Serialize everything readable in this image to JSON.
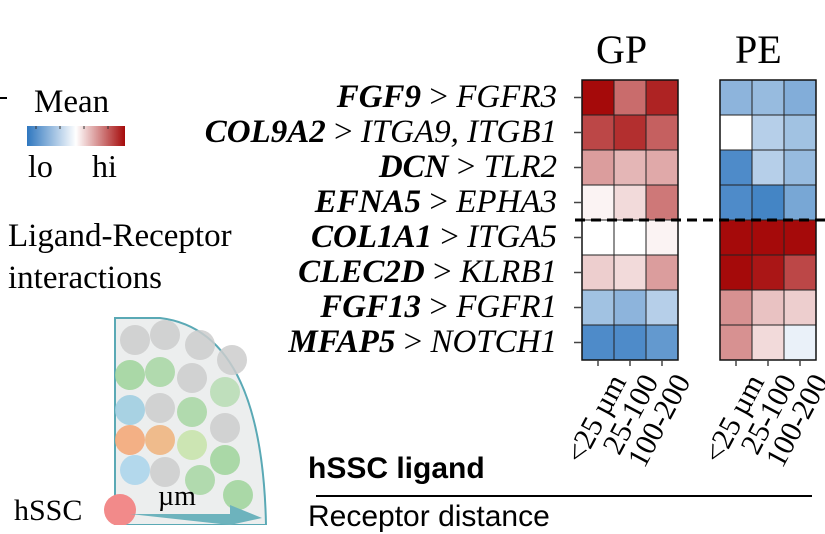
{
  "chart_data": {
    "type": "heatmap",
    "panels": [
      "GP",
      "PE"
    ],
    "x_categories": [
      "<25 µm",
      "25-100",
      "100-200"
    ],
    "rows": [
      {
        "ligand": "FGF9",
        "receptor": "FGFR3"
      },
      {
        "ligand": "COL9A2",
        "receptor": "ITGA9, ITGB1"
      },
      {
        "ligand": "DCN",
        "receptor": "TLR2"
      },
      {
        "ligand": "EFNA5",
        "receptor": "EPHA3"
      },
      {
        "ligand": "COL1A1",
        "receptor": "ITGA5"
      },
      {
        "ligand": "CLEC2D",
        "receptor": "KLRB1"
      },
      {
        "ligand": "FGF13",
        "receptor": "FGFR1"
      },
      {
        "ligand": "MFAP5",
        "receptor": "NOTCH1"
      }
    ],
    "separator": ">",
    "values": {
      "GP": [
        [
          1.0,
          0.6,
          0.9
        ],
        [
          0.75,
          0.85,
          0.65
        ],
        [
          0.4,
          0.3,
          0.35
        ],
        [
          0.05,
          0.15,
          0.55
        ],
        [
          0.0,
          0.0,
          0.05
        ],
        [
          0.2,
          0.15,
          0.4
        ],
        [
          -0.45,
          -0.55,
          -0.35
        ],
        [
          -0.85,
          -0.85,
          -0.75
        ]
      ],
      "PE": [
        [
          -0.55,
          -0.5,
          -0.6
        ],
        [
          0.0,
          -0.35,
          -0.45
        ],
        [
          -0.85,
          -0.35,
          -0.5
        ],
        [
          -0.85,
          -0.9,
          -0.65
        ],
        [
          1.0,
          1.0,
          1.0
        ],
        [
          1.0,
          0.95,
          0.75
        ],
        [
          0.45,
          0.25,
          0.2
        ],
        [
          0.45,
          0.15,
          -0.1
        ]
      ]
    },
    "value_range": [
      -1,
      1
    ],
    "divider_after_row": 4,
    "legend": {
      "title": "Mean",
      "low": "lo",
      "high": "hi"
    },
    "colors": {
      "low": "#2f77bf",
      "mid": "#ffffff",
      "high": "#a50a0a"
    },
    "y_side_label": [
      "Ligand-Receptor",
      "interactions"
    ],
    "x_title_bold": "hSSC ligand",
    "x_title_second": "Receptor distance"
  },
  "fragments": {
    "hssc": "hSSC",
    "um": "µm"
  }
}
